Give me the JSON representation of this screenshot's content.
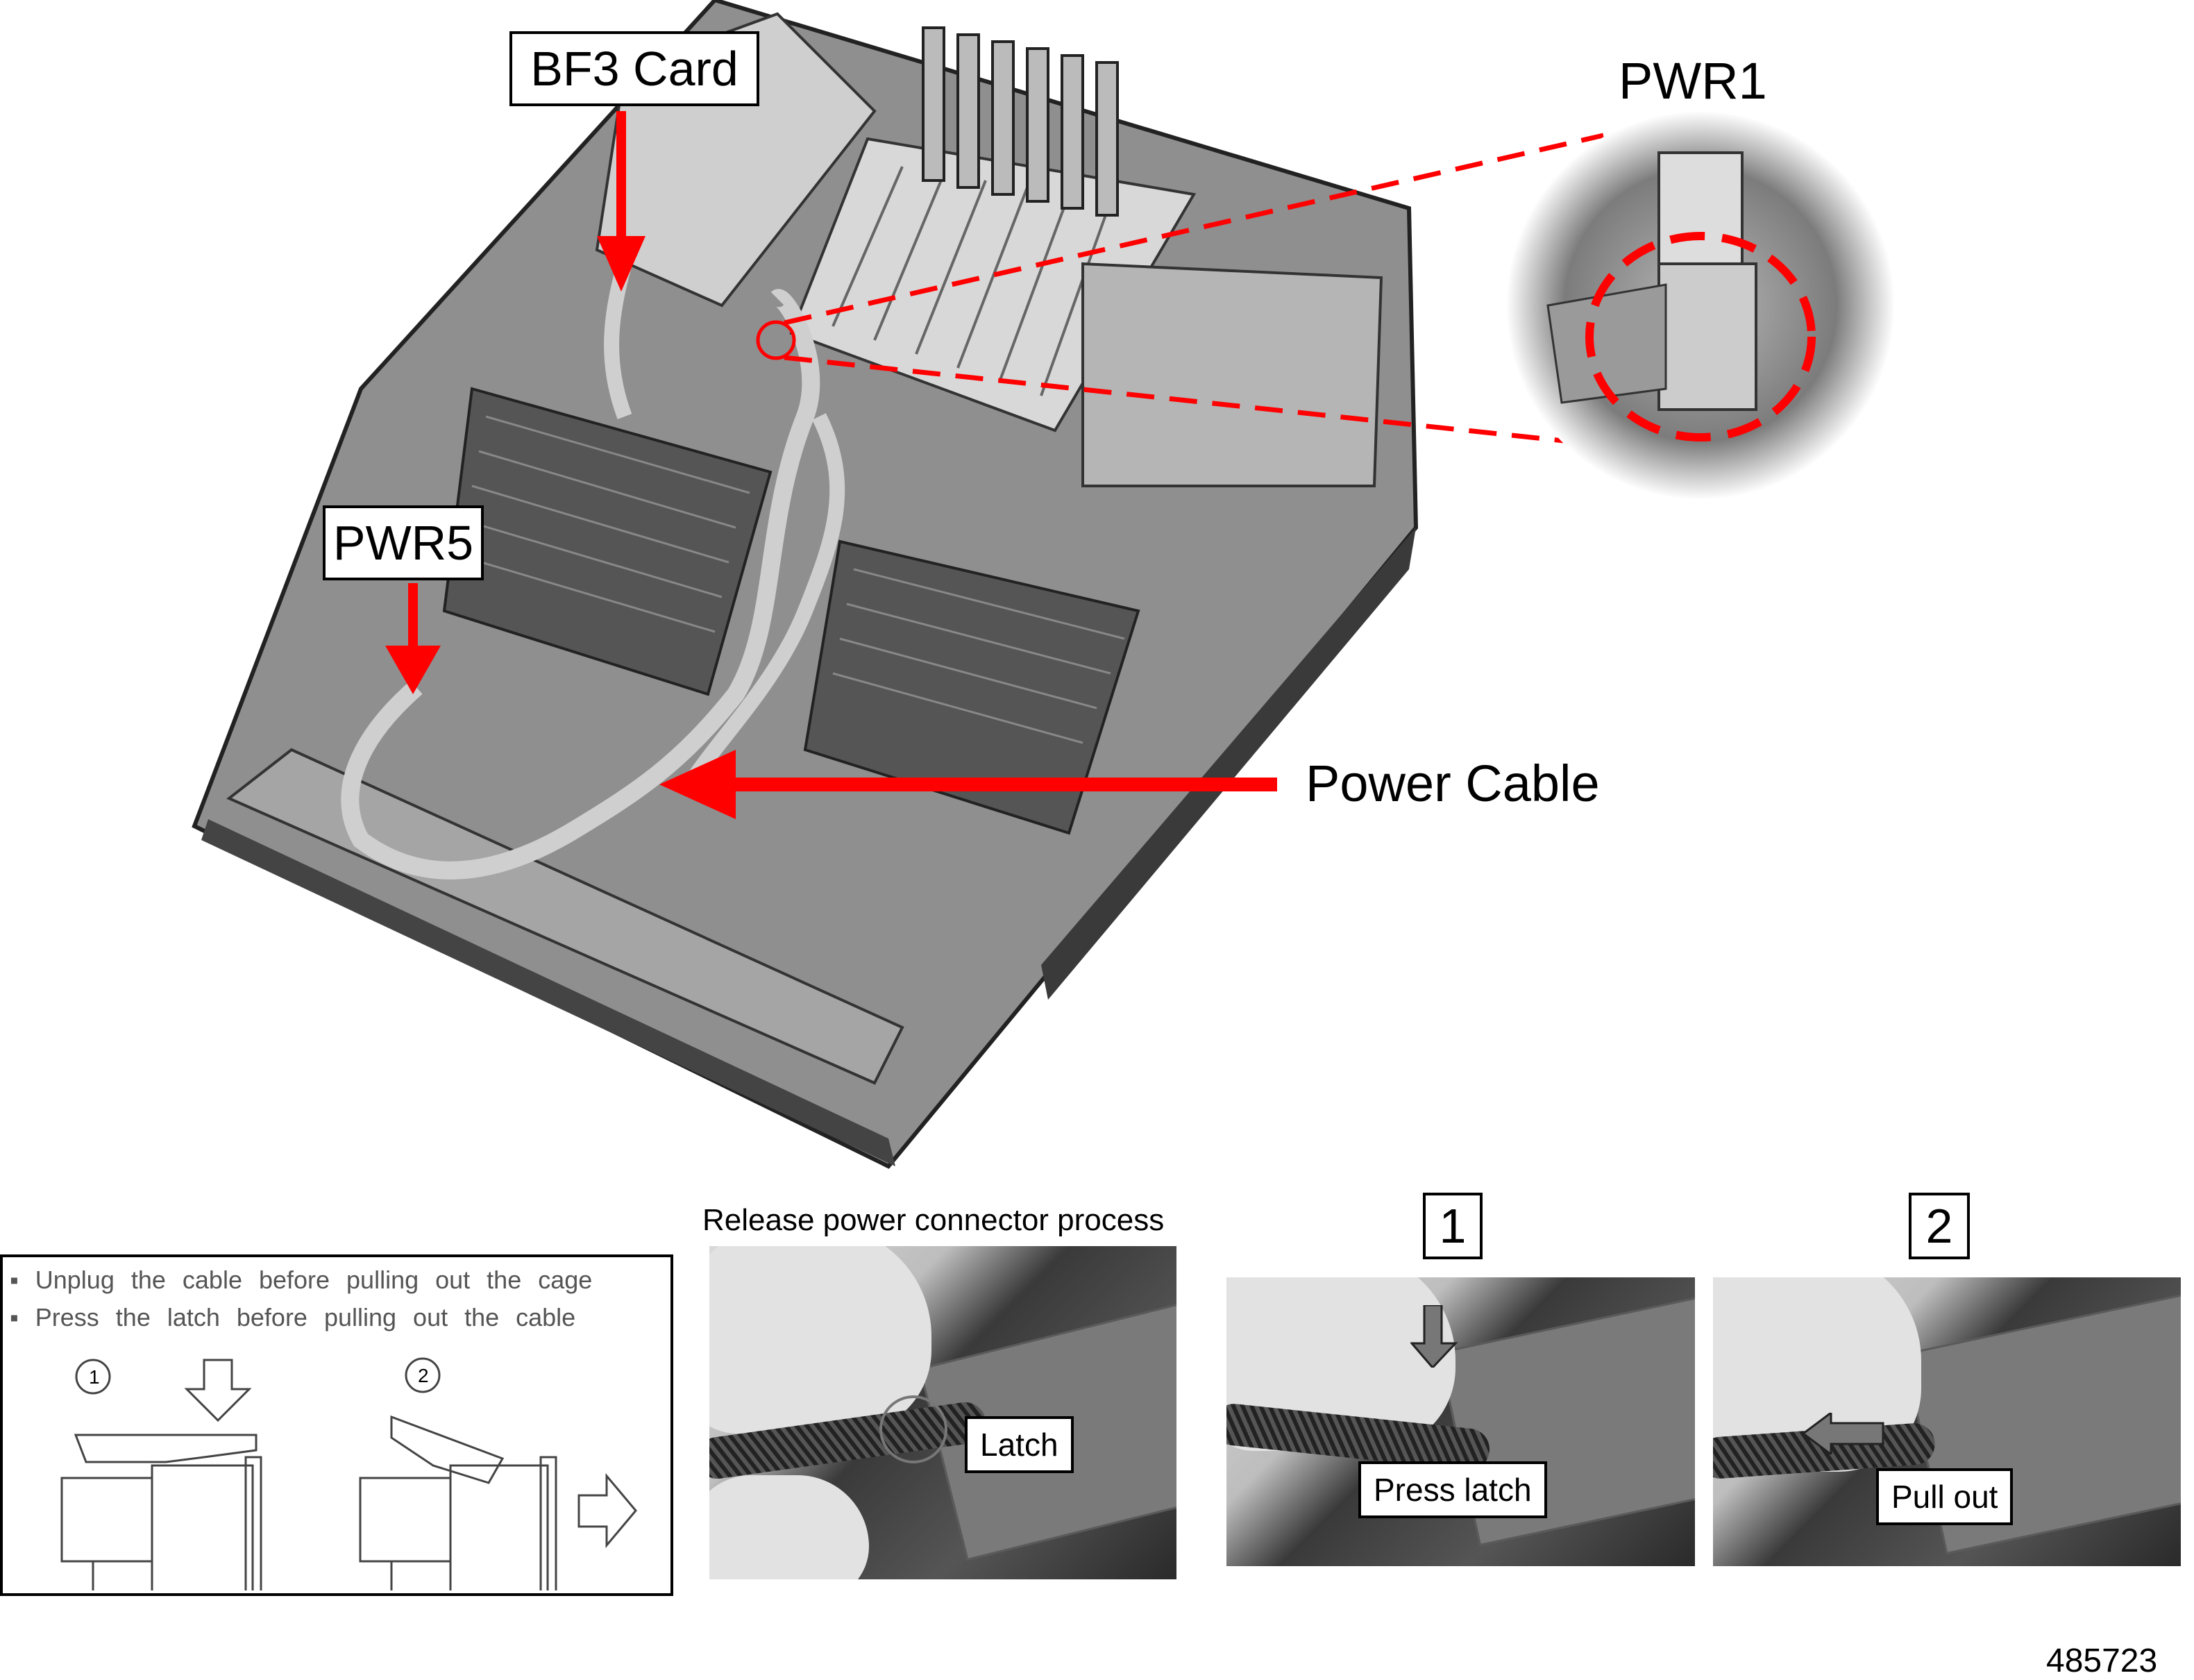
{
  "labels": {
    "bf3_card": "BF3 Card",
    "pwr1": "PWR1",
    "pwr5": "PWR5",
    "power_cable": "Power Cable"
  },
  "instructions": {
    "lines": [
      "Unplug the cable before pulling out the cage",
      "Press the latch before pulling out the cable"
    ],
    "steps": [
      "1",
      "2"
    ]
  },
  "process": {
    "title": "Release power connector process",
    "photo_latch_label": "Latch",
    "steps": [
      {
        "number": "1",
        "caption": "Press latch"
      },
      {
        "number": "2",
        "caption": "Pull out"
      }
    ]
  },
  "figure_id": "485723",
  "colors": {
    "callout": "#ff0000",
    "line": "#000000"
  }
}
